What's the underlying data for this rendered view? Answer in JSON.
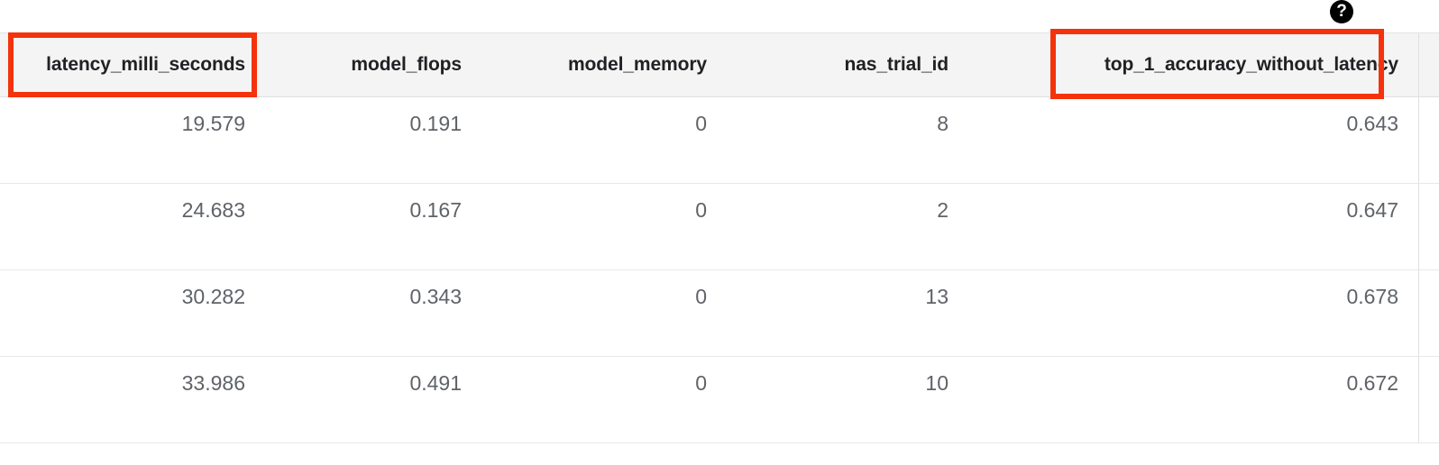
{
  "overlay": {
    "help_icon": "help-circle-icon",
    "help_glyph": "?",
    "highlight_color": "#f4330c",
    "highlighted_columns": [
      "latency_milli_seconds",
      "top_1_accuracy_without_latency"
    ]
  },
  "table": {
    "columns": [
      {
        "key": "latency_milli_seconds",
        "label": "latency_milli_seconds"
      },
      {
        "key": "model_flops",
        "label": "model_flops"
      },
      {
        "key": "model_memory",
        "label": "model_memory"
      },
      {
        "key": "nas_trial_id",
        "label": "nas_trial_id"
      },
      {
        "key": "top_1_accuracy_without_latency",
        "label": "top_1_accuracy_without_latency"
      },
      {
        "key": "next_column_partial",
        "label": ""
      }
    ],
    "rows": [
      {
        "latency_milli_seconds": "19.579",
        "model_flops": "0.191",
        "model_memory": "0",
        "nas_trial_id": "8",
        "top_1_accuracy_without_latency": "0.643",
        "next_column_partial": ""
      },
      {
        "latency_milli_seconds": "24.683",
        "model_flops": "0.167",
        "model_memory": "0",
        "nas_trial_id": "2",
        "top_1_accuracy_without_latency": "0.647",
        "next_column_partial": ""
      },
      {
        "latency_milli_seconds": "30.282",
        "model_flops": "0.343",
        "model_memory": "0",
        "nas_trial_id": "13",
        "top_1_accuracy_without_latency": "0.678",
        "next_column_partial": ""
      },
      {
        "latency_milli_seconds": "33.986",
        "model_flops": "0.491",
        "model_memory": "0",
        "nas_trial_id": "10",
        "top_1_accuracy_without_latency": "0.672",
        "next_column_partial": ""
      }
    ]
  }
}
